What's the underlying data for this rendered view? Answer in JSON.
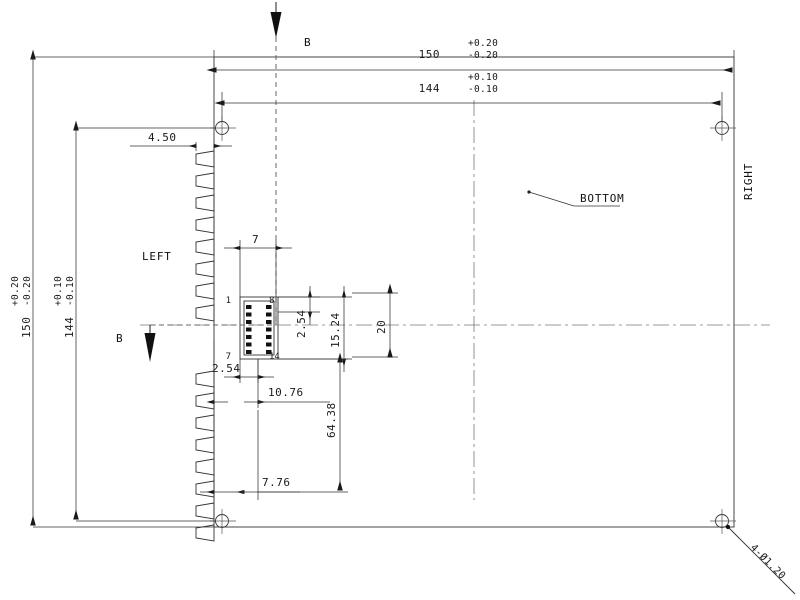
{
  "drawing": {
    "type": "mechanical-outline-drawing",
    "units": "mm",
    "background_color": "#ffffff",
    "line_color": "#333333",
    "text_color": "#1a1a1a"
  },
  "dimensions": {
    "width_outer": {
      "nominal": "150",
      "tol_plus": "+0.20",
      "tol_minus": "-0.20"
    },
    "width_inner": {
      "nominal": "144",
      "tol_plus": "+0.10",
      "tol_minus": "-0.10"
    },
    "height_outer": {
      "nominal": "150",
      "tol_plus": "+0.20",
      "tol_minus": "-0.20"
    },
    "height_inner": {
      "nominal": "144",
      "tol_plus": "+0.10",
      "tol_minus": "-0.10"
    },
    "edge_offset": "4.50",
    "pin_pitch_top": "7",
    "pin_pitch_small": "2.54",
    "pin_pitch_bottom": "2.54",
    "conn_offset_x": "10.76",
    "conn_offset_x2": "7.76",
    "conn_height_a": "2.54",
    "conn_height_b": "15.24",
    "conn_height_c": "20",
    "conn_offset_y": "64.38"
  },
  "labels": {
    "left": "LEFT",
    "right": "RIGHT",
    "bottom": "BOTTOM",
    "section_top": "B",
    "section_left": "B",
    "hole_callout": "4-Ø1.20"
  },
  "connector": {
    "pin_label_1": "1",
    "pin_label_8": "8",
    "pin_label_7": "7",
    "pin_label_14": "14",
    "rows": 7,
    "cols": 2
  },
  "tabs": {
    "count_upper": 8,
    "count_lower": 8
  },
  "holes": {
    "count": 4,
    "diameter": "1.20"
  }
}
